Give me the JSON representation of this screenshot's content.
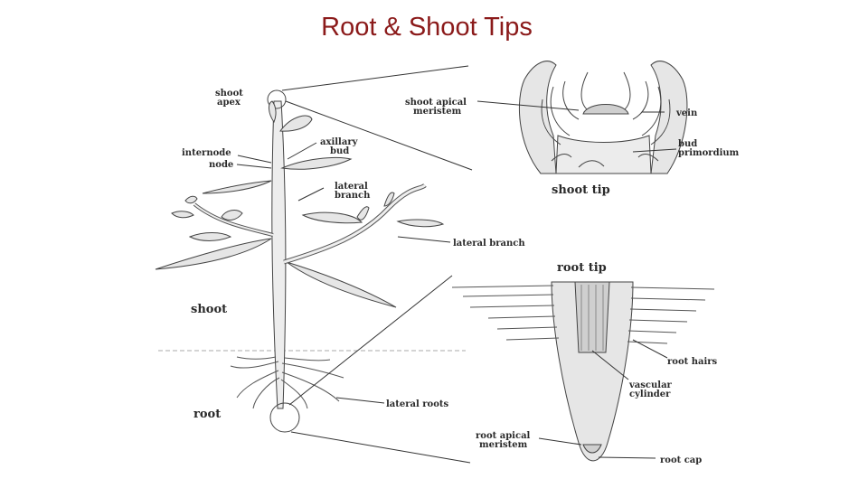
{
  "slide": {
    "title": "Root & Shoot Tips"
  },
  "labels": {
    "shoot_apex_1": "shoot",
    "shoot_apex_2": "apex",
    "internode": "internode",
    "node": "node",
    "axillary_bud_1": "axillary",
    "axillary_bud_2": "bud",
    "lateral_branch_1": "lateral",
    "lateral_branch_2": "branch",
    "lateral_branch_long": "lateral branch",
    "shoot": "shoot",
    "root": "root",
    "lateral_roots": "lateral roots",
    "shoot_apical_meristem_1": "shoot apical",
    "shoot_apical_meristem_2": "meristem",
    "vein": "vein",
    "bud_primordium_1": "bud",
    "bud_primordium_2": "primordium",
    "shoot_tip": "shoot tip",
    "root_tip": "root tip",
    "root_hairs": "root hairs",
    "vascular_cylinder_1": "vascular",
    "vascular_cylinder_2": "cylinder",
    "root_apical_meristem_1": "root apical",
    "root_apical_meristem_2": "meristem",
    "root_cap": "root cap"
  }
}
